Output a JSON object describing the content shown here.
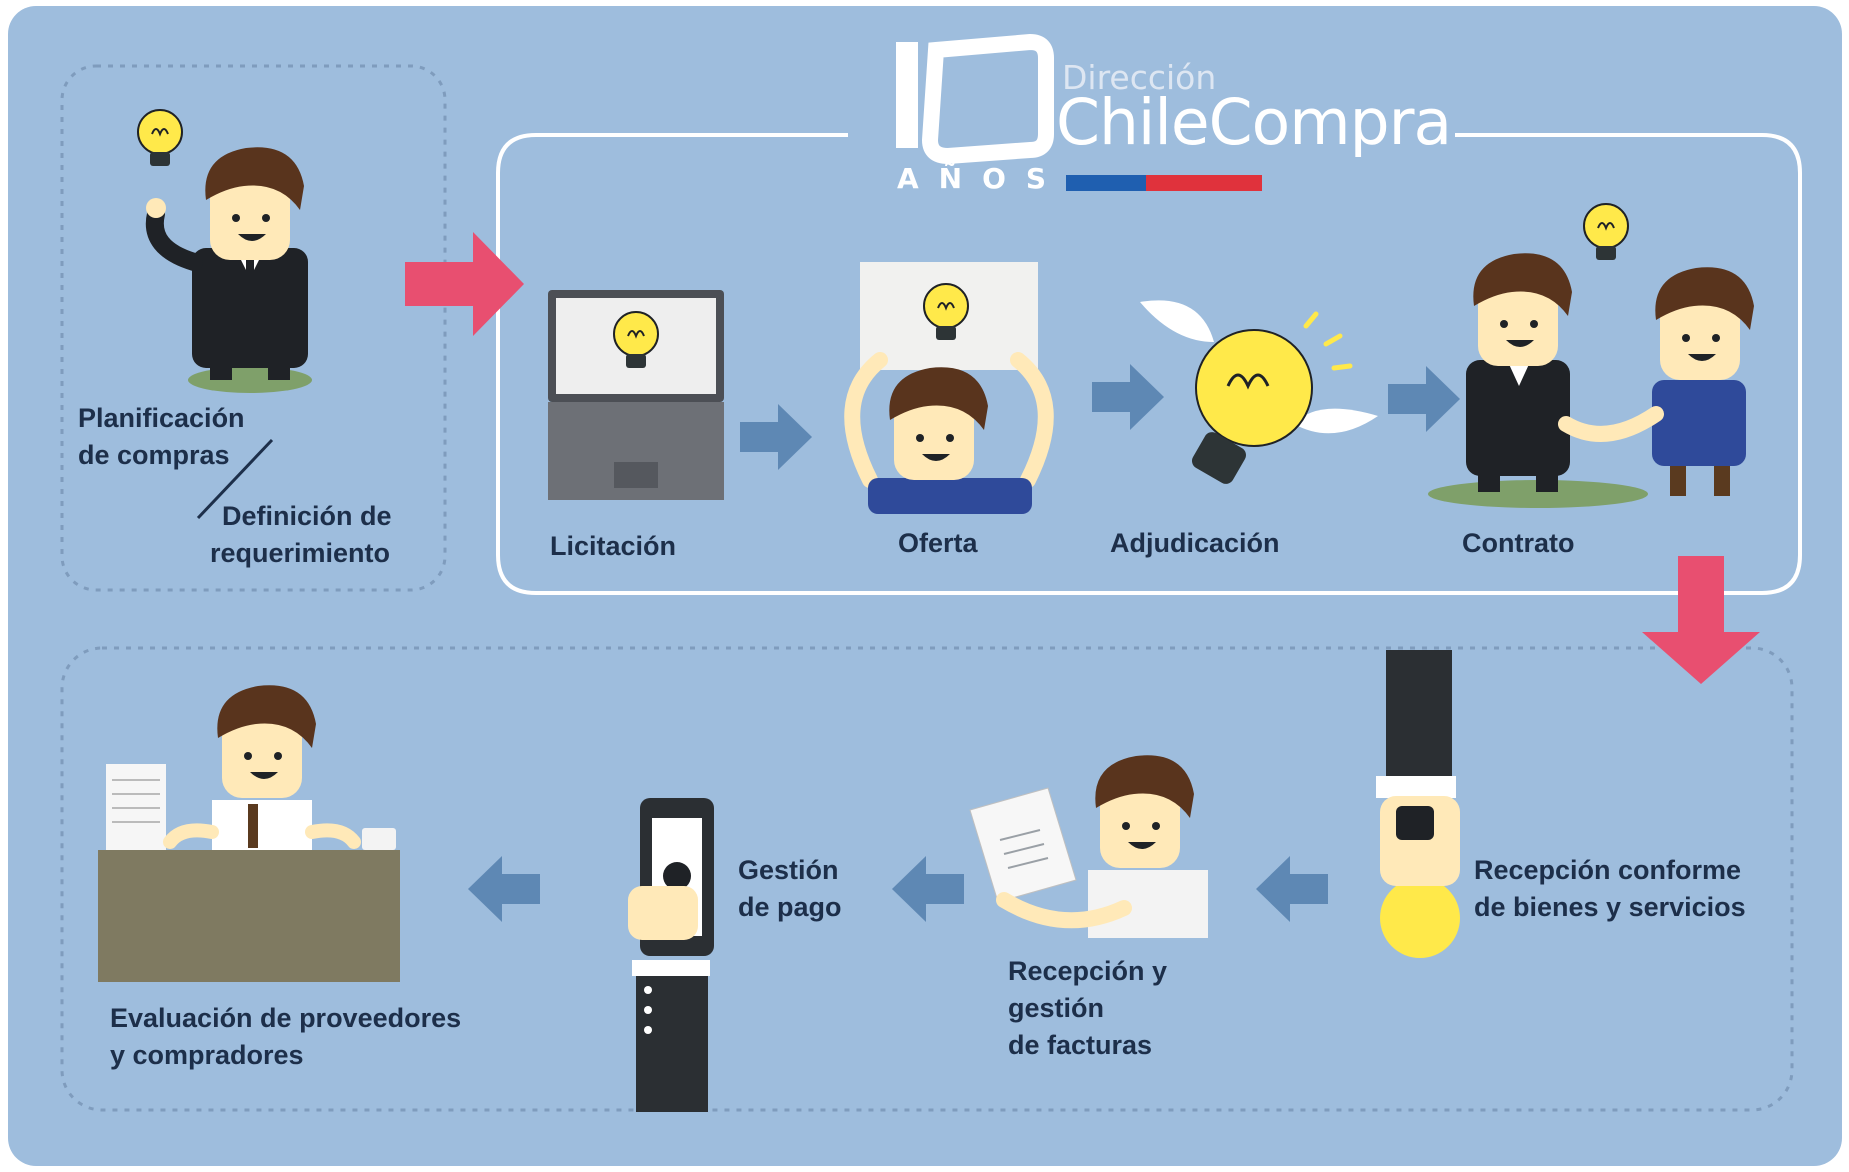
{
  "logo": {
    "number": "10",
    "years": "AÑOS",
    "subtitle": "Dirección",
    "name": "ChileCompra"
  },
  "steps": {
    "planificacion": {
      "line1": "Planificación",
      "line2": "de compras"
    },
    "definicion": {
      "line1": "Definición de",
      "line2": "requerimiento"
    },
    "licitacion": "Licitación",
    "oferta": "Oferta",
    "adjudicacion": "Adjudicación",
    "contrato": "Contrato",
    "recepcion_bienes": {
      "line1": "Recepción conforme",
      "line2": "de bienes y servicios"
    },
    "recepcion_facturas": {
      "line1": "Recepción y",
      "line2": "gestión",
      "line3": "de facturas"
    },
    "gestion_pago": {
      "line1": "Gestión",
      "line2": "de pago"
    },
    "evaluacion": {
      "line1": "Evaluación de proveedores",
      "line2": "y compradores"
    }
  },
  "colors": {
    "background": "#9ebddd",
    "outer_frame": "#ffffff",
    "panel_border": "#ffffff",
    "dashed_border": "#7f9cbd",
    "pink_arrow": "#e84f70",
    "blue_arrow": "#5e88b4",
    "label_text": "#1d2f4a",
    "bulb": "#ffe94a",
    "suit": "#1f2226",
    "hair": "#59341d",
    "skin": "#ffe9b8",
    "flag_blue": "#1f5fb0",
    "flag_red": "#e0323c"
  }
}
